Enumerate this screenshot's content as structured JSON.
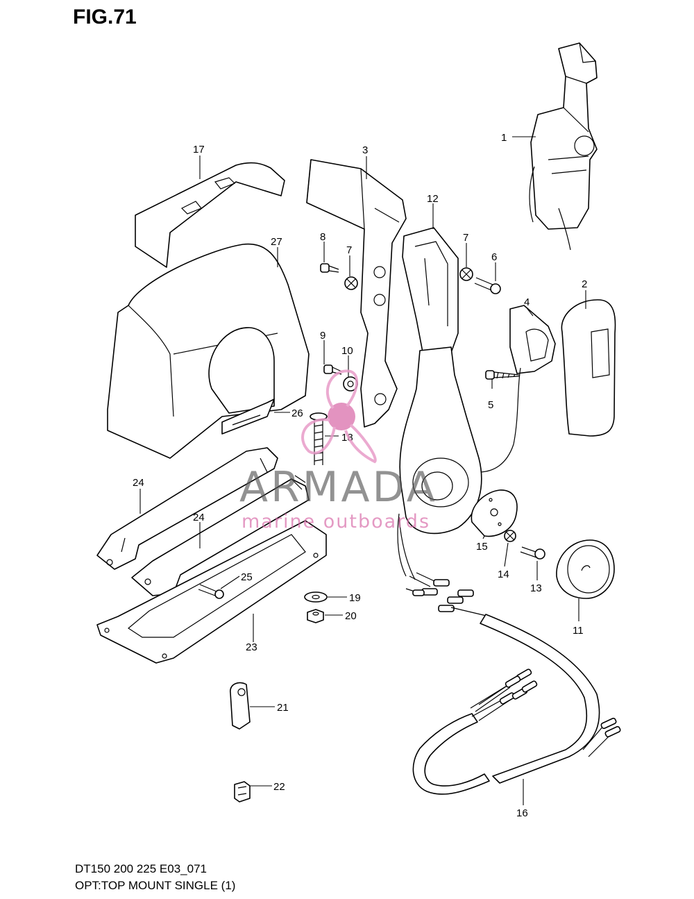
{
  "figure": {
    "title": "FIG.71"
  },
  "watermark": {
    "brand": "ARMADA",
    "tagline": "marine outboards",
    "colors": {
      "primary": "#d86aa8",
      "secondary": "#e89cc8",
      "gray": "#555555"
    }
  },
  "callouts": [
    {
      "id": "c1",
      "label": "1"
    },
    {
      "id": "c2",
      "label": "2"
    },
    {
      "id": "c3",
      "label": "3"
    },
    {
      "id": "c4",
      "label": "4"
    },
    {
      "id": "c5",
      "label": "5"
    },
    {
      "id": "c6",
      "label": "6"
    },
    {
      "id": "c7a",
      "label": "7"
    },
    {
      "id": "c7b",
      "label": "7"
    },
    {
      "id": "c8",
      "label": "8"
    },
    {
      "id": "c9",
      "label": "9"
    },
    {
      "id": "c10",
      "label": "10"
    },
    {
      "id": "c11",
      "label": "11"
    },
    {
      "id": "c12",
      "label": "12"
    },
    {
      "id": "c13",
      "label": "13"
    },
    {
      "id": "c14",
      "label": "14"
    },
    {
      "id": "c15",
      "label": "15"
    },
    {
      "id": "c16",
      "label": "16"
    },
    {
      "id": "c17",
      "label": "17"
    },
    {
      "id": "c18",
      "label": "18"
    },
    {
      "id": "c19",
      "label": "19"
    },
    {
      "id": "c20",
      "label": "20"
    },
    {
      "id": "c21",
      "label": "21"
    },
    {
      "id": "c22",
      "label": "22"
    },
    {
      "id": "c23",
      "label": "23"
    },
    {
      "id": "c24a",
      "label": "24"
    },
    {
      "id": "c24b",
      "label": "24"
    },
    {
      "id": "c25",
      "label": "25"
    },
    {
      "id": "c26",
      "label": "26"
    },
    {
      "id": "c27",
      "label": "27"
    }
  ],
  "footer": {
    "model_code": "DT150 200 225 E03_071",
    "description": "OPT:TOP MOUNT SINGLE (1)"
  }
}
